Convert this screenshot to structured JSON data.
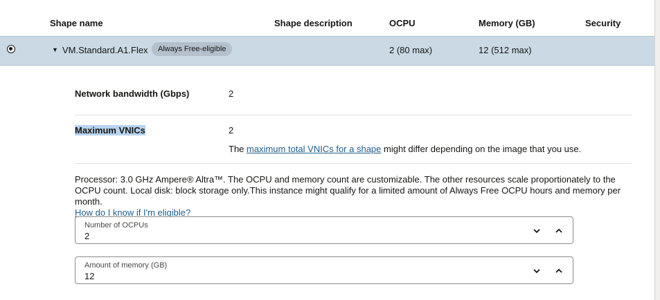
{
  "table": {
    "headers": {
      "shape_name": "Shape name",
      "shape_description": "Shape description",
      "ocpu": "OCPU",
      "memory": "Memory (GB)",
      "security": "Security"
    },
    "selected_row": {
      "name": "VM.Standard.A1.Flex",
      "badge": "Always Free-eligible",
      "ocpu": "2 (80 max)",
      "memory": "12 (512 max)"
    }
  },
  "details": {
    "network_bandwidth_label": "Network bandwidth (Gbps)",
    "network_bandwidth_value": "2",
    "max_vnics_label": "Maximum VNICs",
    "max_vnics_value": "2",
    "vnic_note_prefix": "The",
    "vnic_note_link": "maximum total VNICs for a shape",
    "vnic_note_suffix": "might differ depending on the image that you use.",
    "processor_text": "Processor: 3.0 GHz Ampere® Altra™. The OCPU and memory count are customizable. The other resources scale proportionately to the OCPU count. Local disk: block storage only.This instance might qualify for a limited amount of Always Free OCPU hours and memory per month.",
    "eligible_link": "How do I know if I'm eligible?"
  },
  "fields": {
    "ocpus": {
      "label": "Number of OCPUs",
      "value": "2"
    },
    "memory": {
      "label": "Amount of memory (GB)",
      "value": "12"
    }
  },
  "icons": {
    "radio": "radio-selected-icon",
    "caret": "caret-down-icon",
    "decrement": "chevron-down-icon",
    "increment": "chevron-up-icon"
  },
  "colors": {
    "selected_row_bg": "#cad9e4",
    "badge_bg": "#b4c1cc",
    "link": "#1e5e8f",
    "text_highlight": "#b7d3ef"
  }
}
